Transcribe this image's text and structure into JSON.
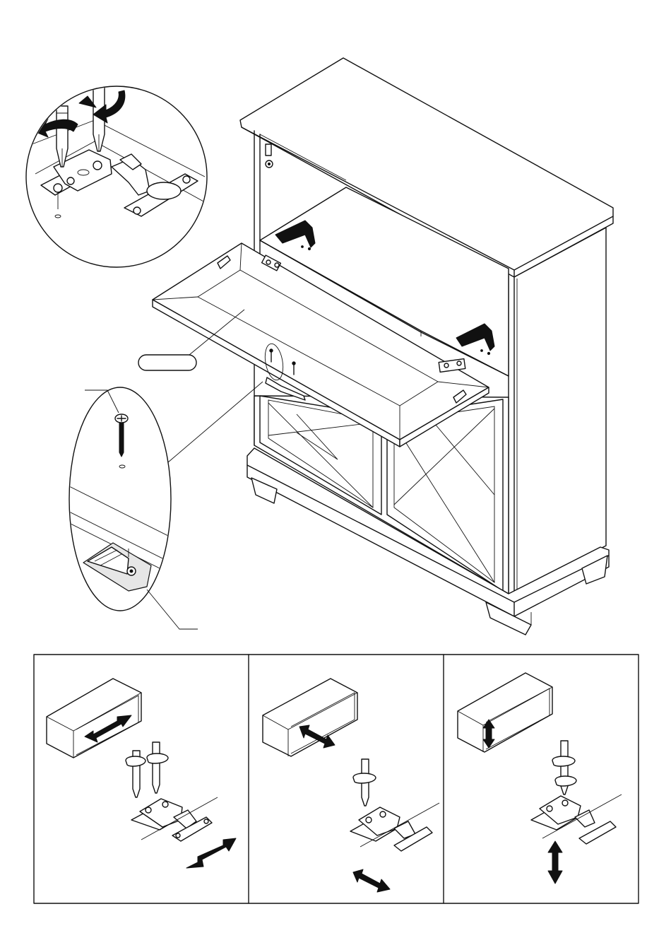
{
  "page": {
    "part_label": "",
    "panels": [
      {
        "adjustment": "side-to-side"
      },
      {
        "adjustment": "depth"
      },
      {
        "adjustment": "height"
      }
    ],
    "icons": [
      "screwdriver-icon",
      "rotation-arrow-icon",
      "hinge-icon",
      "screw-icon",
      "double-arrow-icon",
      "push-arrow-icon"
    ]
  }
}
